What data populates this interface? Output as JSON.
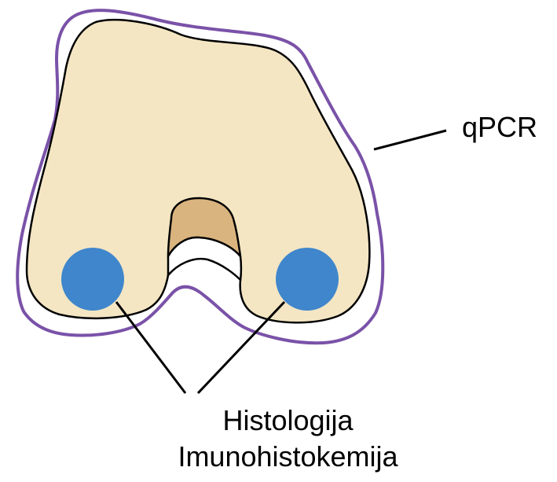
{
  "labels": {
    "qpcr": "qPCR",
    "histology": "Histologija",
    "immuno": "Imunohistokemija"
  },
  "colors": {
    "tissue_fill": "#f4e6c3",
    "notch_fill": "#d9b47f",
    "outline": "#000000",
    "qpcr_contour": "#7a52a8",
    "sample_circle": "#3f86cc",
    "background": "#ffffff"
  }
}
